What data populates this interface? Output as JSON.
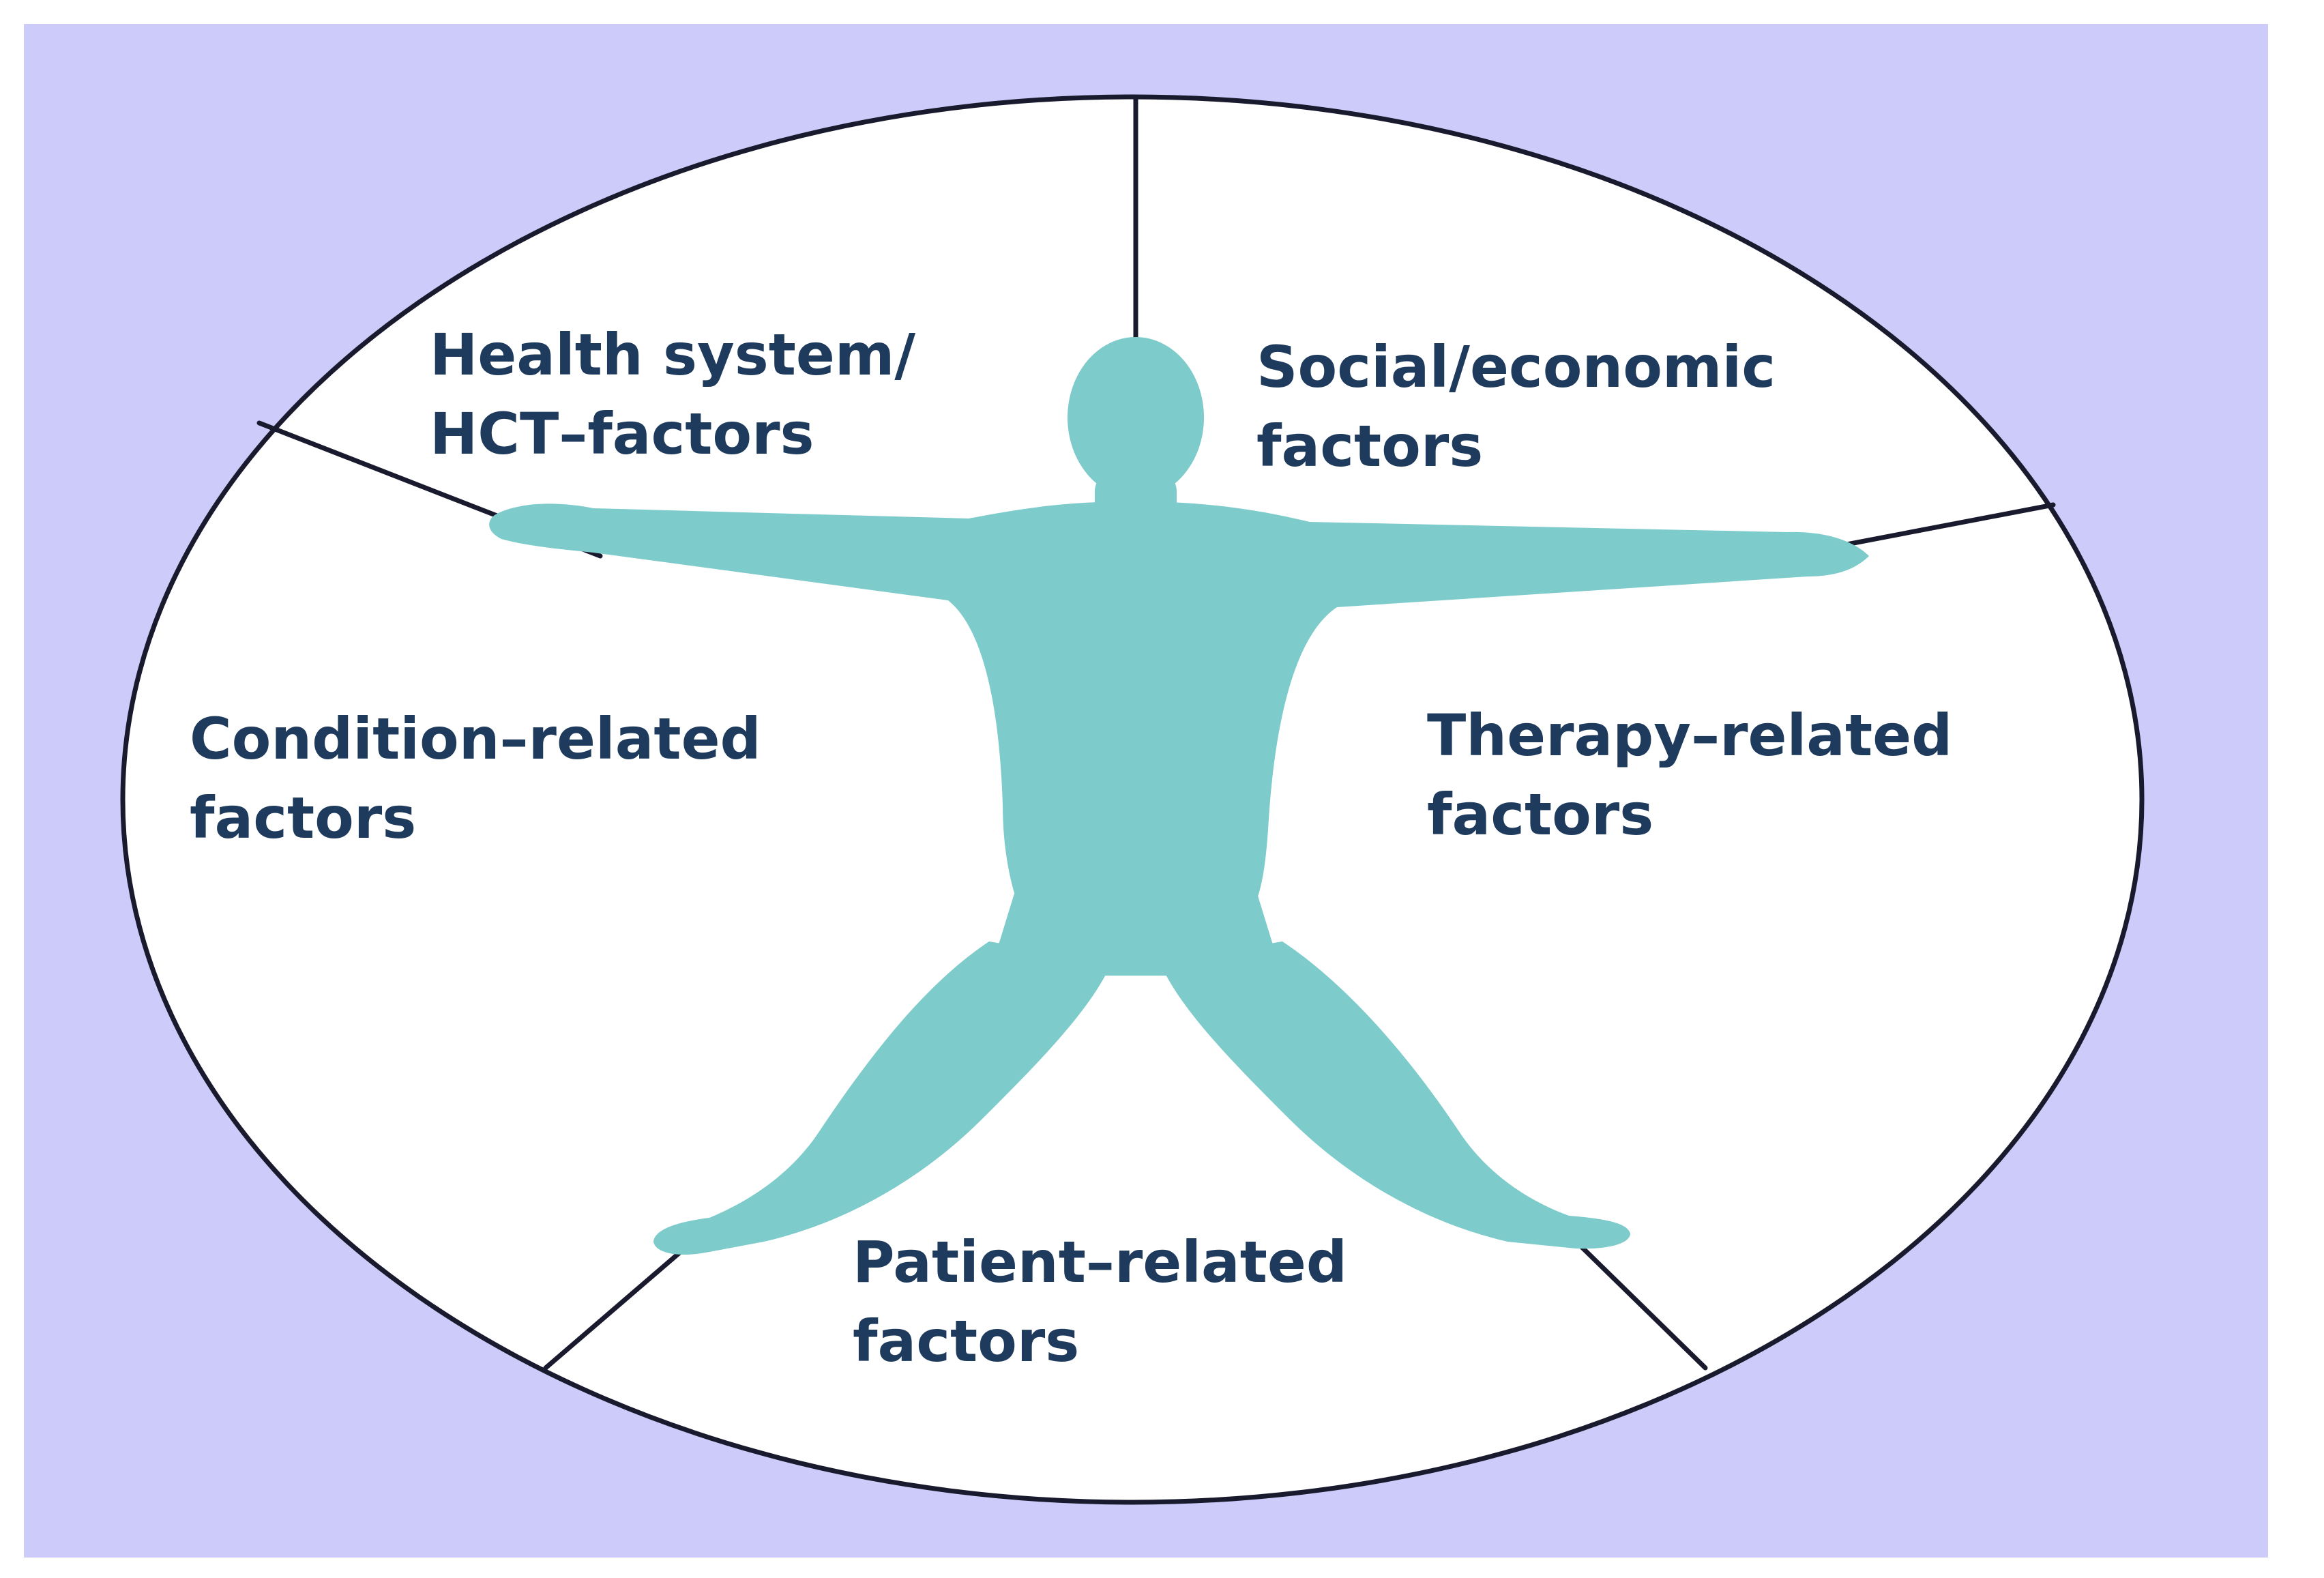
{
  "colors": {
    "panel_background": "#cccbf9",
    "wheel_fill": "#ffffff",
    "wheel_stroke": "#1a1a2e",
    "figure_fill": "#7ecbcb",
    "label_text": "#1e3a5c"
  },
  "icons": {
    "center_figure": "human-figure-icon"
  },
  "segments": {
    "health_system": {
      "line1": "Health system/",
      "line2": "HCT–factors"
    },
    "social_economic": {
      "line1": "Social/economic",
      "line2": "factors"
    },
    "therapy_related": {
      "line1": "Therapy–related",
      "line2": "factors"
    },
    "patient_related": {
      "line1": "Patient–related",
      "line2": "factors"
    },
    "condition_related": {
      "line1": "Condition–related",
      "line2": "factors"
    }
  }
}
